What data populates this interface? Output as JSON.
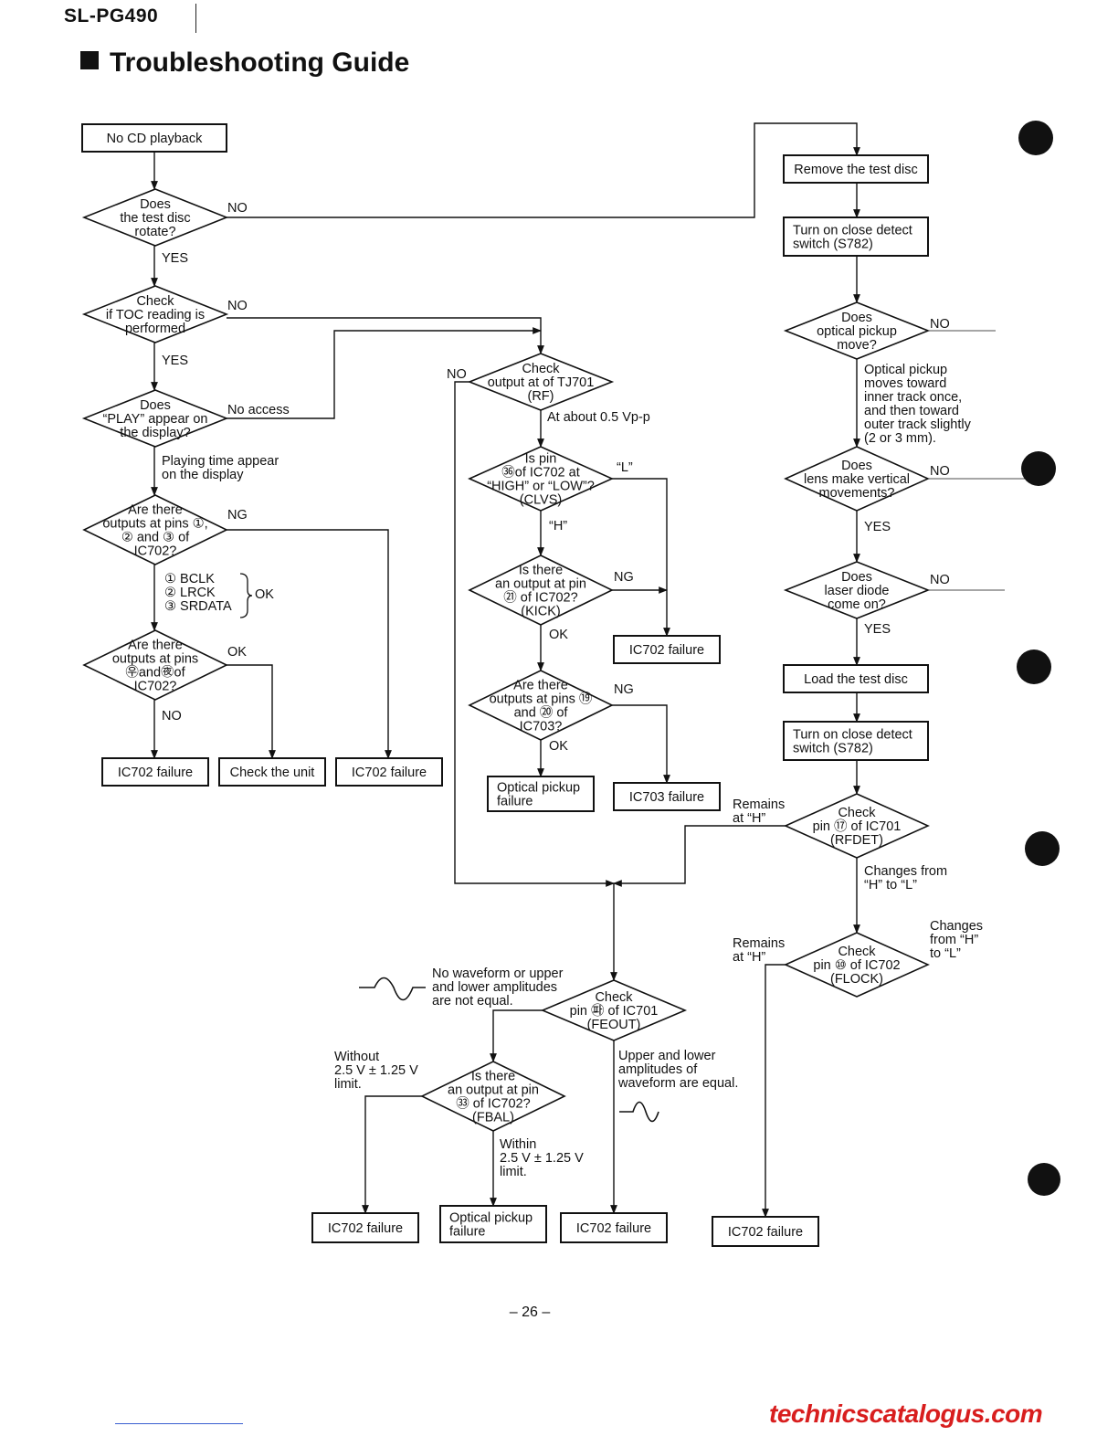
{
  "header": {
    "model": "SL-PG490",
    "title": "Troubleshooting Guide"
  },
  "footer": {
    "page_number": "– 26 –",
    "site": "technicscatalogus.com"
  },
  "flowchart": {
    "nodes": [
      {
        "id": "no_cd",
        "kind": "box",
        "lines": [
          "No CD playback"
        ]
      },
      {
        "id": "rotate",
        "kind": "decision",
        "lines": [
          "Does",
          "the test disc",
          "rotate?"
        ]
      },
      {
        "id": "toc",
        "kind": "decision",
        "lines": [
          "Check",
          "if TOC reading is",
          "performed"
        ]
      },
      {
        "id": "play",
        "kind": "decision",
        "lines": [
          "Does",
          "“PLAY” appear on",
          "the display?"
        ]
      },
      {
        "id": "out123",
        "kind": "decision",
        "lines": [
          "Are there",
          "outputs at pins ①,",
          "② and ③ of",
          "IC702?"
        ]
      },
      {
        "id": "out7375",
        "kind": "decision",
        "lines": [
          "Are there",
          "outputs at pins",
          "㉾and㊰of",
          "IC702?"
        ]
      },
      {
        "id": "f1",
        "kind": "box",
        "lines": [
          "IC702 failure"
        ]
      },
      {
        "id": "check_unit",
        "kind": "box",
        "lines": [
          "Check the unit"
        ]
      },
      {
        "id": "f2",
        "kind": "box",
        "lines": [
          "IC702 failure"
        ]
      },
      {
        "id": "tj701",
        "kind": "decision",
        "lines": [
          "Check",
          "output at of TJ701",
          "(RF)"
        ]
      },
      {
        "id": "clvs",
        "kind": "decision",
        "lines": [
          "Is pin",
          "㊱of IC702 at",
          "“HIGH” or “LOW”?",
          "(CLVS)"
        ]
      },
      {
        "id": "kick",
        "kind": "decision",
        "lines": [
          "Is there",
          "an output at pin",
          "㉑ of IC702?",
          "(KICK)"
        ]
      },
      {
        "id": "f3",
        "kind": "box",
        "lines": [
          "IC702 failure"
        ]
      },
      {
        "id": "ic703",
        "kind": "decision",
        "lines": [
          "Are there",
          "outputs at pins ⑲",
          "and ⑳ of",
          "IC703?"
        ]
      },
      {
        "id": "opf1",
        "kind": "box",
        "lines": [
          "Optical pickup",
          "failure"
        ]
      },
      {
        "id": "f4",
        "kind": "box",
        "lines": [
          "IC703 failure"
        ]
      },
      {
        "id": "remove",
        "kind": "box",
        "lines": [
          "Remove the test disc"
        ]
      },
      {
        "id": "close1",
        "kind": "box",
        "lines": [
          "Turn on close detect",
          "switch (S782)"
        ]
      },
      {
        "id": "pickup_move",
        "kind": "decision",
        "lines": [
          "Does",
          "optical pickup",
          "move?"
        ]
      },
      {
        "id": "lens",
        "kind": "decision",
        "lines": [
          "Does",
          "lens make vertical",
          "movements?"
        ]
      },
      {
        "id": "laser",
        "kind": "decision",
        "lines": [
          "Does",
          "laser diode",
          "come on?"
        ]
      },
      {
        "id": "load",
        "kind": "box",
        "lines": [
          "Load the test disc"
        ]
      },
      {
        "id": "close2",
        "kind": "box",
        "lines": [
          "Turn on close detect",
          "switch (S782)"
        ]
      },
      {
        "id": "rfdet",
        "kind": "decision",
        "lines": [
          "Check",
          "pin ⑰ of IC701",
          "(RFDET)"
        ]
      },
      {
        "id": "flock",
        "kind": "decision",
        "lines": [
          "Check",
          "pin ⑩ of IC702",
          "(FLOCK)"
        ]
      },
      {
        "id": "feout",
        "kind": "decision",
        "lines": [
          "Check",
          "pin ㉺ of IC701",
          "(FEOUT)"
        ]
      },
      {
        "id": "fbal",
        "kind": "decision",
        "lines": [
          "Is there",
          "an output at pin",
          "㉝ of IC702?",
          "(FBAL)"
        ]
      },
      {
        "id": "f5",
        "kind": "box",
        "lines": [
          "IC702 failure"
        ]
      },
      {
        "id": "opf2",
        "kind": "box",
        "lines": [
          "Optical pickup",
          "failure"
        ]
      },
      {
        "id": "f6",
        "kind": "box",
        "lines": [
          "IC702 failure"
        ]
      },
      {
        "id": "f7",
        "kind": "box",
        "lines": [
          "IC702 failure"
        ]
      }
    ],
    "labels": [
      {
        "id": "l_no1",
        "lines": [
          "NO"
        ]
      },
      {
        "id": "l_yes1",
        "lines": [
          "YES"
        ]
      },
      {
        "id": "l_no2",
        "lines": [
          "NO"
        ]
      },
      {
        "id": "l_yes2",
        "lines": [
          "YES"
        ]
      },
      {
        "id": "l_noaccess",
        "lines": [
          "No access"
        ]
      },
      {
        "id": "l_playtime",
        "lines": [
          "Playing time appear",
          "on the display"
        ]
      },
      {
        "id": "l_ng1",
        "lines": [
          "NG"
        ]
      },
      {
        "id": "l_pins",
        "lines": [
          "① BCLK",
          "② LRCK",
          "③ SRDATA"
        ]
      },
      {
        "id": "l_ok_brace",
        "lines": [
          "OK"
        ]
      },
      {
        "id": "l_ok1",
        "lines": [
          "OK"
        ]
      },
      {
        "id": "l_no3",
        "lines": [
          "NO"
        ]
      },
      {
        "id": "l_no_rf",
        "lines": [
          "NO"
        ]
      },
      {
        "id": "l_vpp",
        "lines": [
          "At about 0.5 Vp-p"
        ]
      },
      {
        "id": "l_L",
        "lines": [
          "“L”"
        ]
      },
      {
        "id": "l_H",
        "lines": [
          "“H”"
        ]
      },
      {
        "id": "l_ng2",
        "lines": [
          "NG"
        ]
      },
      {
        "id": "l_ok2",
        "lines": [
          "OK"
        ]
      },
      {
        "id": "l_ng3",
        "lines": [
          "NG"
        ]
      },
      {
        "id": "l_ok3",
        "lines": [
          "OK"
        ]
      },
      {
        "id": "l_no4",
        "lines": [
          "NO"
        ]
      },
      {
        "id": "l_pickup_note",
        "lines": [
          "Optical pickup",
          "moves toward",
          "inner track once,",
          "and then toward",
          "outer track slightly",
          "(2 or 3 mm)."
        ]
      },
      {
        "id": "l_no5",
        "lines": [
          "NO"
        ]
      },
      {
        "id": "l_yes3",
        "lines": [
          "YES"
        ]
      },
      {
        "id": "l_no6",
        "lines": [
          "NO"
        ]
      },
      {
        "id": "l_yes4",
        "lines": [
          "YES"
        ]
      },
      {
        "id": "l_remains1",
        "lines": [
          "Remains",
          "at “H”"
        ]
      },
      {
        "id": "l_changes1",
        "lines": [
          "Changes from",
          "“H” to “L”"
        ]
      },
      {
        "id": "l_remains2",
        "lines": [
          "Remains",
          "at “H”"
        ]
      },
      {
        "id": "l_changes2",
        "lines": [
          "Changes",
          "from “H”",
          "to “L”"
        ]
      },
      {
        "id": "l_nowave",
        "lines": [
          "No waveform or upper",
          "and lower amplitudes",
          "are not equal."
        ]
      },
      {
        "id": "l_equal",
        "lines": [
          "Upper and lower",
          "amplitudes of",
          "waveform are equal."
        ]
      },
      {
        "id": "l_without",
        "lines": [
          "Without",
          "2.5 V ± 1.25 V",
          "limit."
        ]
      },
      {
        "id": "l_within",
        "lines": [
          "Within",
          "2.5 V ± 1.25 V",
          "limit."
        ]
      }
    ]
  }
}
